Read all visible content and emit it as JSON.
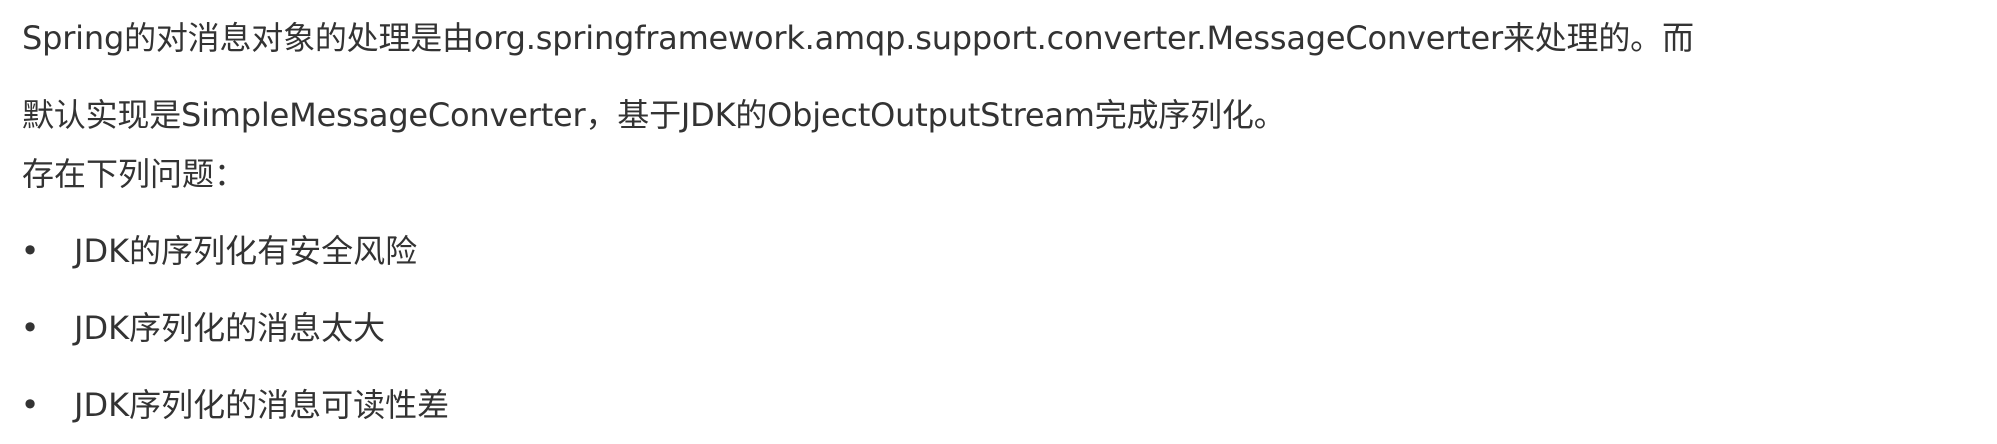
{
  "paragraphs": [
    "Spring的对消息对象的处理是由org.springframework.amqp.support.converter.MessageConverter来处理的。而默认实现是SimpleMessageConverter，基于JDK的ObjectOutputStream完成序列化。",
    "存在下列问题："
  ],
  "list": {
    "bullet": "•",
    "items": [
      "JDK的序列化有安全风险",
      "JDK序列化的消息太大",
      "JDK序列化的消息可读性差"
    ]
  }
}
